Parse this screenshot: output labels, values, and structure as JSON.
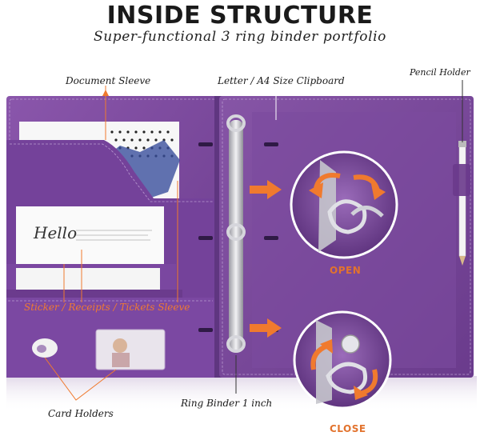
{
  "header": {
    "title": "INSIDE STRUCTURE",
    "subtitle": "Super-functional 3 ring binder portfolio"
  },
  "callouts": {
    "document_sleeve": "Document Sleeve",
    "clipboard": "Letter / A4 Size Clipboard",
    "pencil_holder": "Pencil Holder",
    "sticker_sleeve": "Sticker / Receipts / Tickets Sleeve",
    "card_holders": "Card Holders",
    "ring_binder": "Ring Binder 1 inch"
  },
  "status": {
    "open": "OPEN",
    "close": "CLOSE"
  },
  "colors": {
    "portfolio_purple": "#7e4a9f",
    "portfolio_dark": "#5f3680",
    "accent_orange": "#f07a2e",
    "ring_silver": "#c9c9cf"
  }
}
